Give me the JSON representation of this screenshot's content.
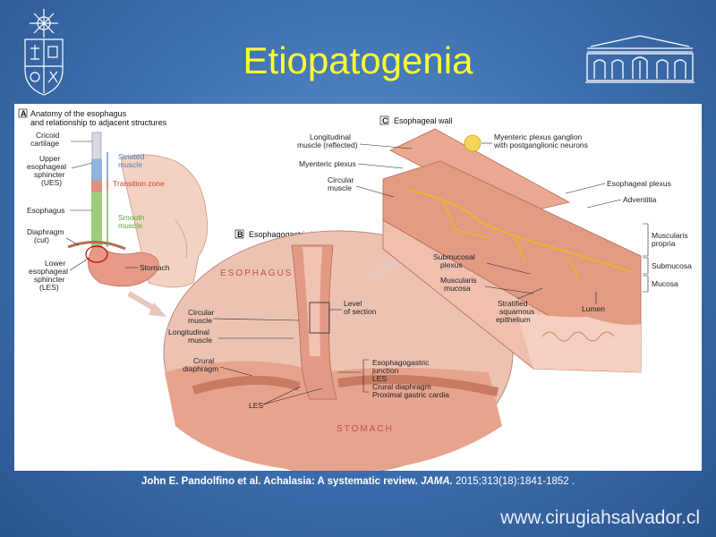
{
  "slide": {
    "title": "Etiopatogenia",
    "website": "www.cirugiahsalvador.cl"
  },
  "citation": {
    "authors": "John E. Pandolfino et al. Achalasia: A systematic review.",
    "journal": "JAMA.",
    "details": " 2015;313(18):1841-1852 ."
  },
  "figure": {
    "panel_a": {
      "letter": "A",
      "title_line1": "Anatomy of the esophagus",
      "title_line2": "and relationship to adjacent structures",
      "cricoid_line1": "Cricoid",
      "cricoid_line2": "cartilage",
      "ues_line1": "Upper",
      "ues_line2": "esophageal",
      "ues_line3": "sphincter",
      "ues_line4": "(UES)",
      "esophagus": "Esophagus",
      "diaphragm_line1": "Diaphragm",
      "diaphragm_line2": "(cut)",
      "les_line1": "Lower",
      "les_line2": "esophageal",
      "les_line3": "sphincter",
      "les_line4": "(LES)",
      "striated_line1": "Striated",
      "striated_line2": "muscle",
      "transition": "Transition zone",
      "smooth_line1": "Smooth",
      "smooth_line2": "muscle",
      "stomach": "Stomach"
    },
    "panel_b": {
      "letter": "B",
      "title": "Esophagogastric junction",
      "esophagus": "ESOPHAGUS",
      "stomach": "STOMACH",
      "circular_line1": "Circular",
      "circular_line2": "muscle",
      "longitudinal_line1": "Longitudinal",
      "longitudinal_line2": "muscle",
      "crural_line1": "Crural",
      "crural_line2": "diaphragm",
      "les": "LES",
      "level_line1": "Level",
      "level_line2": "of section",
      "egj_line1": "Esophagogastric",
      "egj_line2": "junction",
      "egj_line3": "LES",
      "egj_line4": "Crural diaphragm",
      "egj_line5": "Proximal gastric cardia"
    },
    "panel_c": {
      "letter": "C",
      "title": "Esophageal wall",
      "longitudinal_line1": "Longitudinal",
      "longitudinal_line2": "muscle (reflected)",
      "myenteric": "Myenteric plexus",
      "circular_line1": "Circular",
      "circular_line2": "muscle",
      "ganglion_line1": "Myenteric plexus ganglion",
      "ganglion_line2": "with postganglionic neurons",
      "esophageal_plexus": "Esophageal plexus",
      "adventitia": "Adventitia",
      "muscularis_propria_line1": "Muscularis",
      "muscularis_propria_line2": "propria",
      "submucosal_plexus_line1": "Submucosal",
      "submucosal_plexus_line2": "plexus",
      "muscularis_mucosa_line1": "Muscularis",
      "muscularis_mucosa_line2": "mucosa",
      "submucosa": "Submucosa",
      "mucosa": "Mucosa",
      "stratified_line1": "Stratified",
      "stratified_line2": "squamous",
      "stratified_line3": "epithelium",
      "lumen": "Lumen"
    },
    "colors": {
      "striated": "#4a7fc0",
      "transition": "#d0402a",
      "smooth": "#5aa83a",
      "tissue": "#e8a58c",
      "tissue_dark": "#c7765e",
      "nerve": "#f2c200"
    }
  }
}
